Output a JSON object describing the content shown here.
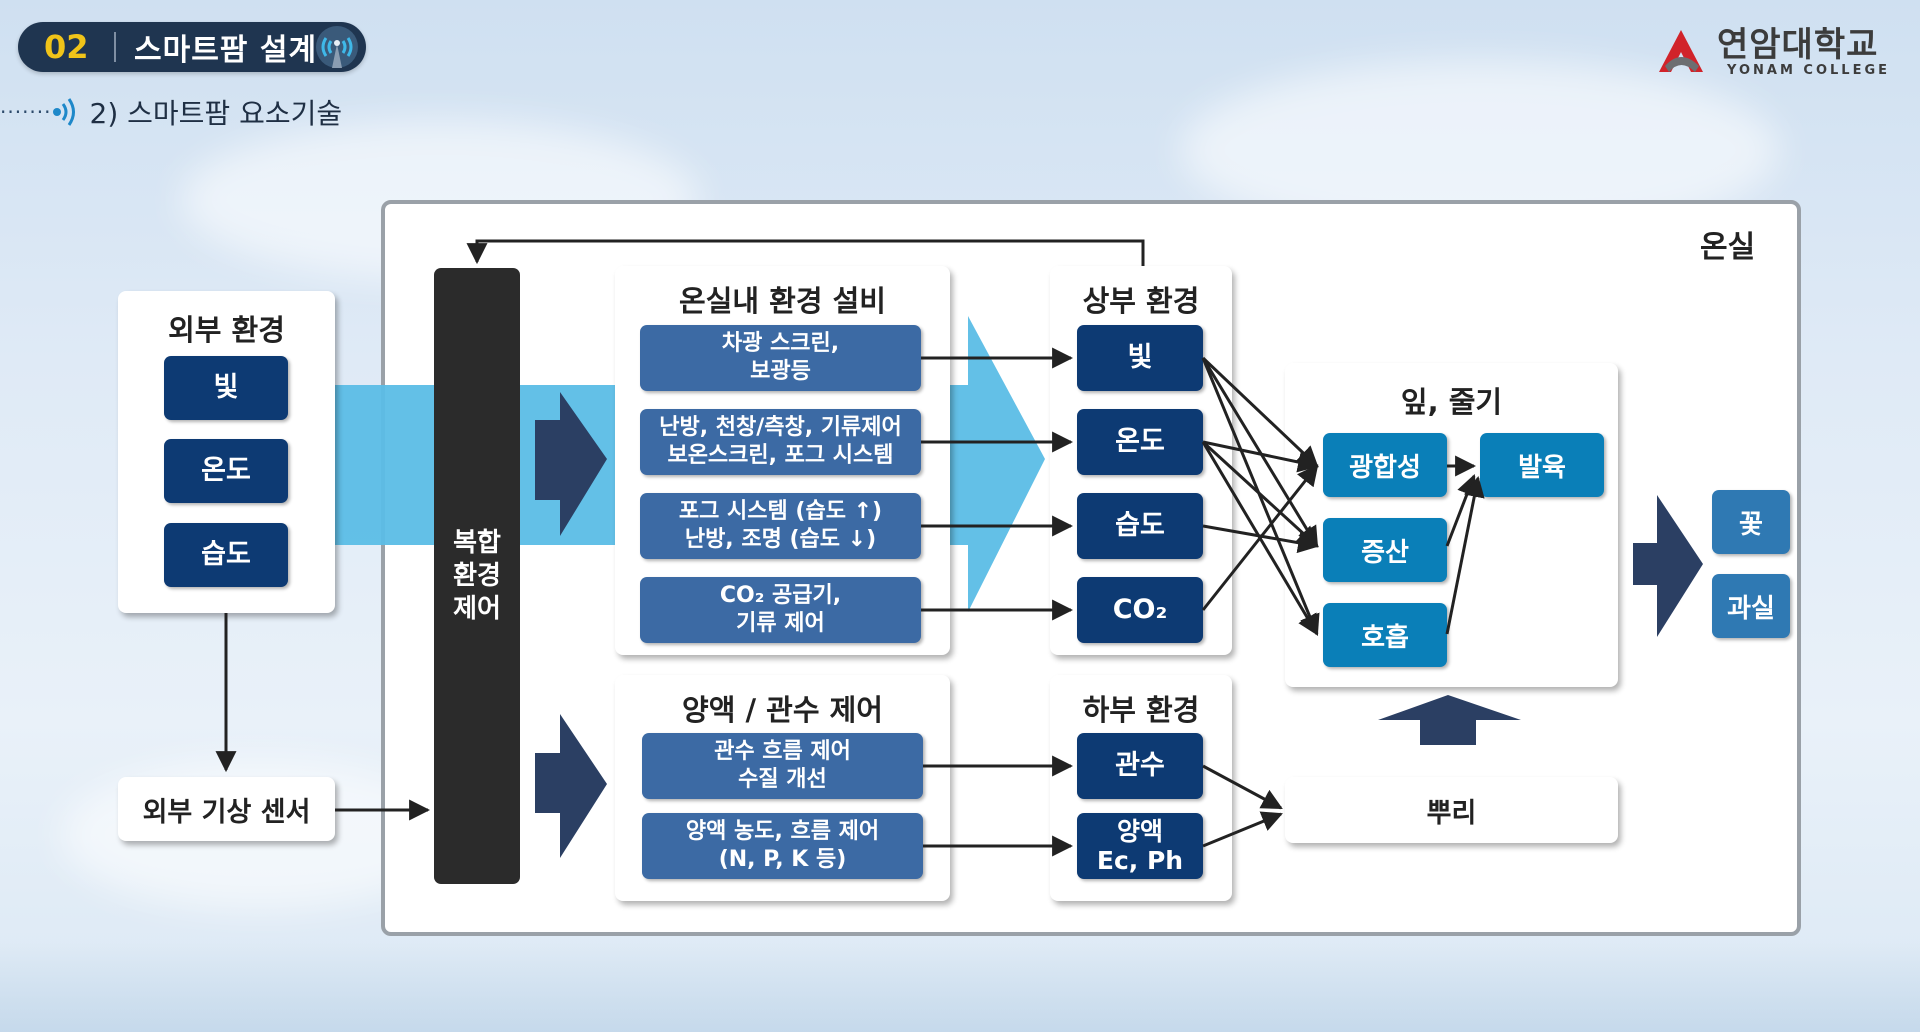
{
  "header": {
    "section_number": "02",
    "section_title": "스마트팜 설계",
    "subtitle": "2) 스마트팜 요소기술"
  },
  "logo": {
    "name_ko": "연암대학교",
    "name_en": "YONAM COLLEGE",
    "colors": {
      "red": "#d1232a",
      "dark": "#3c3c3c"
    }
  },
  "diagram": {
    "greenhouse_label": "온실",
    "external": {
      "title": "외부 환경",
      "items": [
        "빛",
        "온도",
        "습도"
      ]
    },
    "weather_sensor": "외부 기상 센서",
    "control": "복합\n환경\n제어",
    "equipment": {
      "title": "온실내 환경 설비",
      "items": [
        "차광 스크린,\n보광등",
        "난방, 천창/측창, 기류제어\n보온스크린, 포그 시스템",
        "포그 시스템 (습도 ↑)\n난방, 조명 (습도 ↓)",
        "CO₂ 공급기,\n기류 제어"
      ]
    },
    "nutrient": {
      "title": "양액 / 관수 제어",
      "items": [
        "관수 흐름 제어\n수질 개선",
        "양액 농도, 흐름 제어\n(N, P, K 등)"
      ]
    },
    "upper_env": {
      "title": "상부 환경",
      "items": [
        "빛",
        "온도",
        "습도",
        "CO₂"
      ]
    },
    "lower_env": {
      "title": "하부 환경",
      "items": [
        "관수",
        "양액\nEc, Ph"
      ]
    },
    "leaf_stem": {
      "title": "잎, 줄기",
      "items": [
        "광합성",
        "증산",
        "호흡"
      ],
      "growth": "발육"
    },
    "root": "뿌리",
    "outputs": [
      "꽃",
      "과실"
    ],
    "colors": {
      "dark_box": "#0d3a73",
      "mid_box": "#3c6aa4",
      "teal_box": "#0a7fb8",
      "output_box": "#2f79b3",
      "control_bar": "#2b2b2b",
      "flow_band": "#5bbde6",
      "big_arrow": "#2b3f63"
    }
  }
}
